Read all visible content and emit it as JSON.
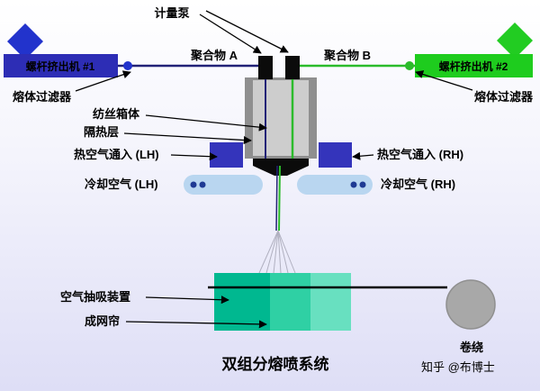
{
  "labels": {
    "metering_pump": "计量泵",
    "polymer_a": "聚合物 A",
    "polymer_b": "聚合物 B",
    "extruder_1": "螺杆挤出机 #1",
    "extruder_2": "螺杆挤出机 #2",
    "melt_filter_left": "熔体过滤器",
    "melt_filter_right": "熔体过滤器",
    "spin_beam": "纺丝箱体",
    "insulation": "隔热层",
    "hot_air_lh": "热空气通入 (LH)",
    "hot_air_rh": "热空气通入 (RH)",
    "cooling_air_lh": "冷却空气 (LH)",
    "cooling_air_rh": "冷却空气 (RH)",
    "air_suction": "空气抽吸装置",
    "web_curtain": "成网帘",
    "winding": "卷绕",
    "diagram_title": "双组分熔喷系统",
    "watermark": "知乎 @布博士"
  },
  "colors": {
    "diamond_left": "#2233cc",
    "diamond_right": "#22cc22",
    "extruder1_bg": "#2d2db5",
    "extruder1_text": "#ffffff",
    "extruder2_bg": "#1ecc1e",
    "extruder2_text": "#ffee33",
    "polymer_a_text": "#2222cc",
    "polymer_b_text": "#1faa1f",
    "polymer_a_line": "#222277",
    "polymer_b_line": "#2bbb2b",
    "melt_filter_left_dot": "#2233cc",
    "melt_filter_right_dot": "#2bbb2b",
    "beam_outer": "#8f8f8f",
    "beam_inner": "#cdcdcd",
    "pump": "#0b0b0b",
    "hot_air_box": "#3434bb",
    "die": "#0b0b0b",
    "cooling_bar": "#b9d6f0",
    "cooling_dot": "#1f3a93",
    "spray": "#b0b0c0",
    "collector_1": "#00b890",
    "collector_2": "#2fd0a4",
    "collector_3": "#68e0c0",
    "web_line": "#000000",
    "winder": "#a8a8a8",
    "watermark_text": "#8c8c8c"
  }
}
